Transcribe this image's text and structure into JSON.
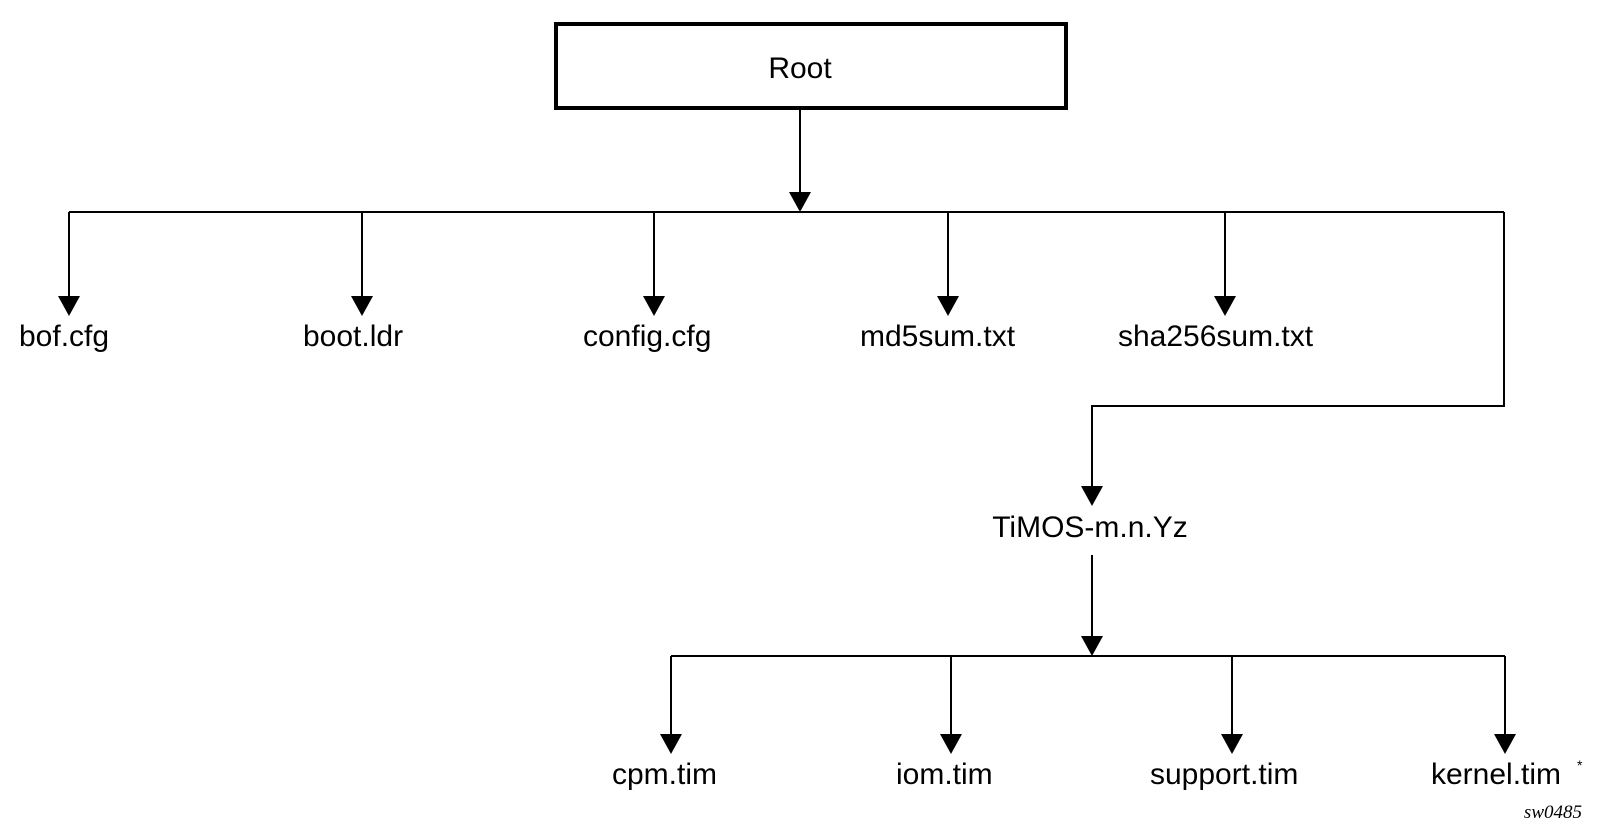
{
  "diagram": {
    "root": "Root",
    "files": {
      "bof": "bof.cfg",
      "boot": "boot.ldr",
      "config": "config.cfg",
      "md5": "md5sum.txt",
      "sha256": "sha256sum.txt"
    },
    "image_dir": "TiMOS-m.n.Yz",
    "images": {
      "cpm": "cpm.tim",
      "iom": "iom.tim",
      "support": "support.tim",
      "kernel": "kernel.tim",
      "kernel_mark": "*"
    },
    "figure_id": "sw0485"
  }
}
